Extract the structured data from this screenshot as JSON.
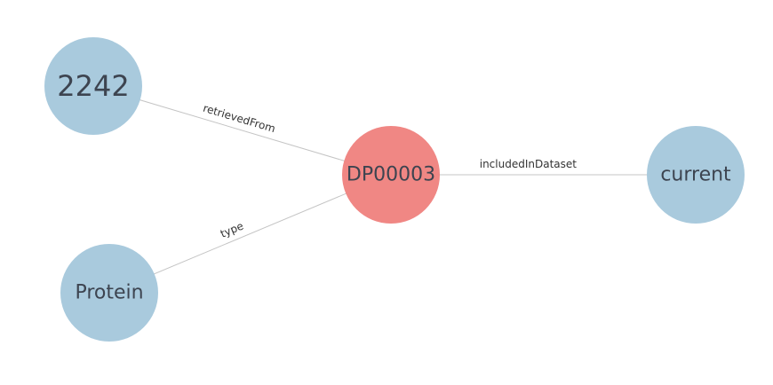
{
  "graph": {
    "nodes": [
      {
        "id": "n2242",
        "label": "2242",
        "color": "#a9cadd",
        "role": "secondary"
      },
      {
        "id": "dp",
        "label": "DP00003",
        "color": "#f08784",
        "role": "focus"
      },
      {
        "id": "current",
        "label": "current",
        "color": "#a9cadd",
        "role": "secondary"
      },
      {
        "id": "protein",
        "label": "Protein",
        "color": "#a9cadd",
        "role": "secondary"
      }
    ],
    "edges": [
      {
        "from": "n2242",
        "to": "dp",
        "label": "retrievedFrom"
      },
      {
        "from": "dp",
        "to": "current",
        "label": "includedInDataset"
      },
      {
        "from": "protein",
        "to": "dp",
        "label": "type"
      }
    ],
    "edge_color": "#c4c4c4",
    "label_color": "#3d4450"
  }
}
